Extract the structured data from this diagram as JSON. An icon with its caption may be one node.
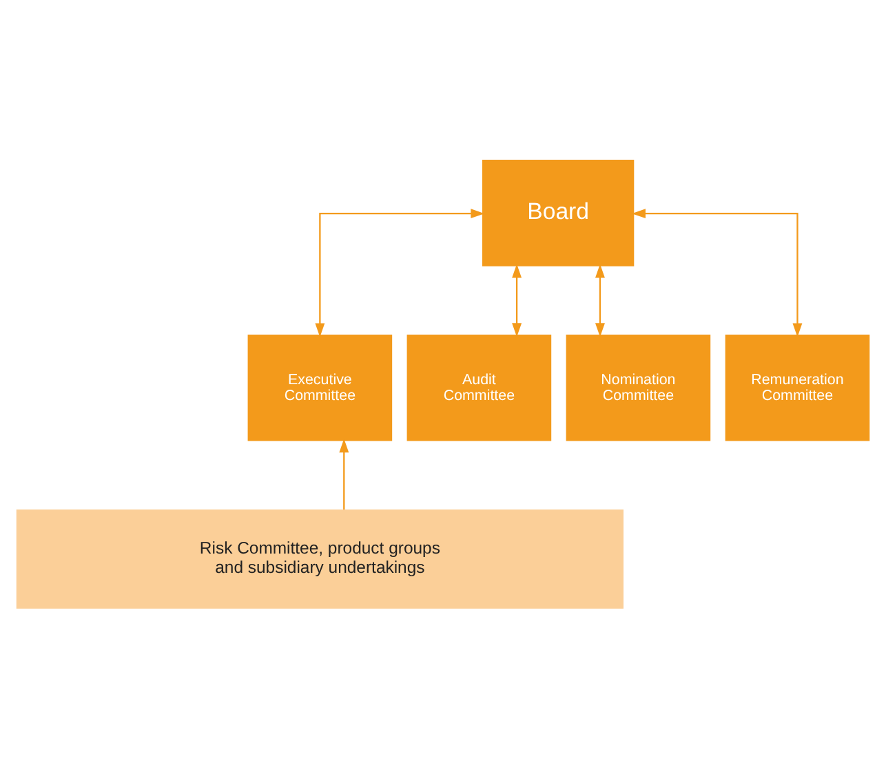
{
  "diagram": {
    "nodes": [
      {
        "text": [
          "Board"
        ]
      },
      {
        "text": [
          "Executive Committee"
        ]
      },
      {
        "text": [
          "Audit Committee"
        ]
      },
      {
        "text": [
          "Nomination Committee"
        ]
      },
      {
        "text": [
          "Remuneration Committee"
        ]
      },
      {
        "text": [
          "Risk Committee, product groups and subsidiary undertakings"
        ]
      }
    ],
    "edges": [
      {
        "from": 0,
        "to": 1,
        "arrow": "both"
      },
      {
        "from": 0,
        "to": 2,
        "arrow": "both"
      },
      {
        "from": 0,
        "to": 3,
        "arrow": "both"
      },
      {
        "from": 0,
        "to": 4,
        "arrow": "both"
      },
      {
        "from": 5,
        "to": 1,
        "arrow": "to"
      }
    ]
  }
}
